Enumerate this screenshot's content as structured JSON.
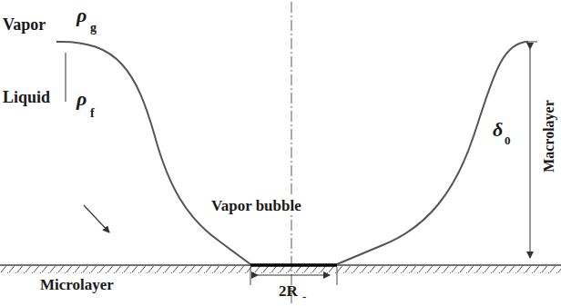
{
  "diagram": {
    "labels": [
      "Vapor",
      "ρ",
      "g",
      "Liquid",
      "ρ",
      "f",
      "Microlayer",
      "Vapor bubble",
      "δ",
      "0",
      "Macrolayer",
      "2R",
      "-"
    ]
  }
}
